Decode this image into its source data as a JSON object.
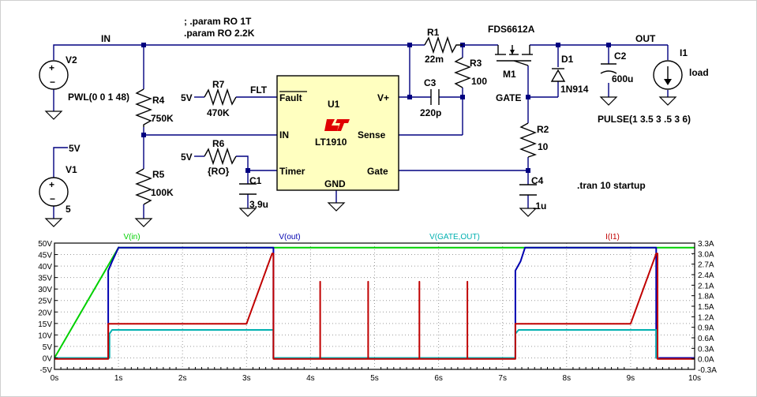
{
  "schematic": {
    "nets": {
      "in": "IN",
      "out": "OUT",
      "gate": "GATE",
      "five_v": "5V",
      "flt": "FLT"
    },
    "directives": [
      "; .param RO 1T",
      ".param RO 2.2K",
      ".tran 10 startup"
    ],
    "ic": {
      "ref": "U1",
      "part": "LT1910",
      "pins": {
        "fault": "Fault",
        "in": "IN",
        "timer": "Timer",
        "v_plus": "V+",
        "sense": "Sense",
        "gate": "Gate",
        "gnd": "GND"
      }
    },
    "components": {
      "V2": {
        "name": "V2",
        "value": "PWL(0 0 1 48)"
      },
      "V1": {
        "name": "V1",
        "value": "5"
      },
      "R4": {
        "name": "R4",
        "value": "750K"
      },
      "R5": {
        "name": "R5",
        "value": "100K"
      },
      "R7": {
        "name": "R7",
        "value": "470K"
      },
      "R6": {
        "name": "R6",
        "value": "{RO}"
      },
      "C1": {
        "name": "C1",
        "value": "3.9u"
      },
      "R1": {
        "name": "R1",
        "value": "22m"
      },
      "R3": {
        "name": "R3",
        "value": "100"
      },
      "C3": {
        "name": "C3",
        "value": "220p"
      },
      "M1": {
        "name": "M1",
        "value": "FDS6612A"
      },
      "D1": {
        "name": "D1",
        "value": "1N914"
      },
      "R2": {
        "name": "R2",
        "value": "10"
      },
      "C4": {
        "name": "C4",
        "value": ".1u"
      },
      "C2": {
        "name": "C2",
        "value": "600u"
      },
      "I1": {
        "name": "I1",
        "value": "load",
        "extra": "PULSE(1 3.5 3 .5 3 6)"
      }
    }
  },
  "chart_data": {
    "type": "line",
    "xlabel": "",
    "ylabel": "",
    "x_ticks": [
      "0s",
      "1s",
      "2s",
      "3s",
      "4s",
      "5s",
      "6s",
      "7s",
      "8s",
      "9s",
      "10s"
    ],
    "y_left_ticks": [
      "-5V",
      "0V",
      "5V",
      "10V",
      "15V",
      "20V",
      "25V",
      "30V",
      "35V",
      "40V",
      "45V",
      "50V"
    ],
    "y_right_ticks": [
      "-0.3A",
      "0.0A",
      "0.3A",
      "0.6A",
      "0.9A",
      "1.2A",
      "1.5A",
      "1.8A",
      "2.1A",
      "2.4A",
      "2.7A",
      "3.0A",
      "3.3A"
    ],
    "xlim": [
      0,
      10
    ],
    "ylim_left": [
      -5,
      50
    ],
    "ylim_right": [
      -0.3,
      3.3
    ],
    "grid": true,
    "colors": {
      "vin": "#00d000",
      "vout": "#0000b0",
      "vgate": "#00b0b0",
      "il1": "#c00000",
      "grid": "#9a9a9a",
      "frame": "#000000"
    },
    "series": [
      {
        "name": "V(in)",
        "axis": "left",
        "color": "#00d000",
        "x": [
          0,
          1,
          10
        ],
        "y": [
          0,
          48,
          48
        ]
      },
      {
        "name": "V(out)",
        "axis": "left",
        "color": "#0000b0",
        "x": [
          0,
          0.84,
          0.84,
          0.9,
          1.0,
          3.42,
          3.42,
          7.2,
          7.2,
          7.28,
          7.35,
          9.4,
          9.4,
          10
        ],
        "y": [
          0,
          0,
          38,
          42,
          48,
          48,
          0,
          0,
          38,
          42,
          48,
          48,
          0,
          0
        ]
      },
      {
        "name": "V(GATE,OUT)",
        "axis": "left",
        "color": "#00b0b0",
        "x": [
          0,
          0.86,
          0.86,
          0.9,
          3.42,
          3.42,
          3.46,
          7.2,
          7.2,
          7.25,
          9.4,
          9.4,
          9.44
        ],
        "y": [
          0,
          0,
          10.5,
          12.2,
          12.2,
          0,
          0,
          0,
          10.5,
          12.2,
          12.2,
          0,
          0
        ]
      },
      {
        "name": "I(I1)",
        "axis": "right",
        "color": "#c00000",
        "x": [
          0,
          0.84,
          0.84,
          3.0,
          3.4,
          3.42,
          3.42,
          4.15,
          4.15,
          4.15,
          4.9,
          4.9,
          4.9,
          5.7,
          5.7,
          5.7,
          6.45,
          6.45,
          6.45,
          7.2,
          7.2,
          9.0,
          9.4,
          9.42,
          9.42,
          10
        ],
        "y": [
          0,
          0,
          1.0,
          1.0,
          3.0,
          3.0,
          0,
          0,
          2.2,
          0,
          0,
          2.2,
          0,
          0,
          2.2,
          0,
          0,
          2.2,
          0,
          0,
          1.0,
          1.0,
          3.0,
          3.0,
          0,
          0
        ]
      }
    ]
  }
}
